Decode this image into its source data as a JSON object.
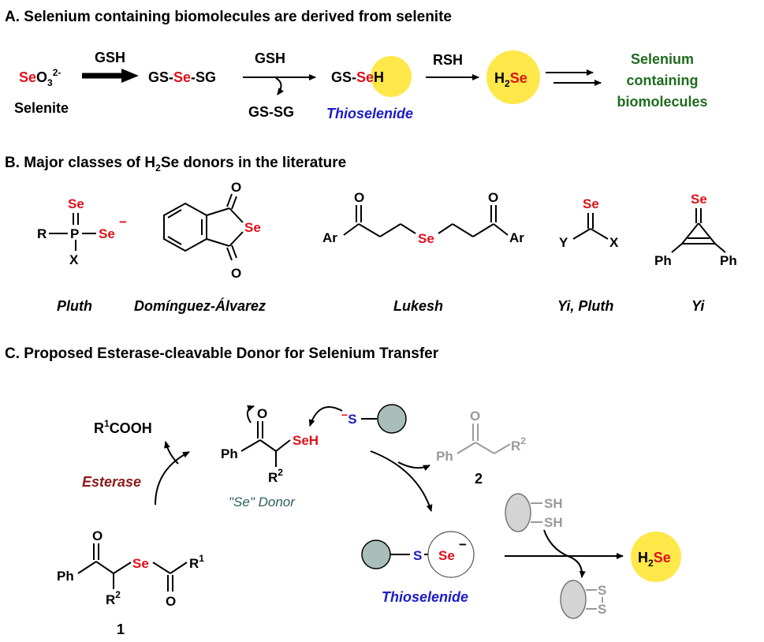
{
  "section_a": {
    "title": "A. Selenium containing biomolecules are derived from selenite",
    "selenite_se": "Se",
    "selenite_rest": "O",
    "selenite_sub": "3",
    "selenite_sup": "2-",
    "selenite_label": "Selenite",
    "gsh_1": "GSH",
    "gsseSG_left": "GS-",
    "gsseSG_se": "Se",
    "gsseSG_right": "-SG",
    "gsh_2": "GSH",
    "gssg": "GS-SG",
    "gsseh_left": "GS-",
    "gsseh_se": "Se",
    "gsseh_h": "H",
    "thioselenide": "Thioselenide",
    "rsh": "RSH",
    "h2se_h": "H",
    "h2se_sub": "2",
    "h2se_se": "Se",
    "product_line1": "Selenium",
    "product_line2": "containing",
    "product_line3": "biomolecules"
  },
  "section_b": {
    "title_pre": "B. Major classes of H",
    "title_sub": "2",
    "title_post": "Se donors in the literature",
    "pluth": "Pluth",
    "dominguez": "Domínguez-Álvarez",
    "lukesh": "Lukesh",
    "yi_pluth": "Yi, Pluth",
    "yi": "Yi",
    "atom_se": "Se",
    "atom_r": "R",
    "atom_p": "P",
    "atom_x": "X",
    "atom_o": "O",
    "atom_ar": "Ar",
    "atom_y": "Y",
    "atom_ph": "Ph",
    "minus": "−"
  },
  "section_c": {
    "title": "C. Proposed Esterase-cleavable Donor for Selenium Transfer",
    "r1cooh_r": "R",
    "r1cooh_sup": "1",
    "r1cooh_rest": "COOH",
    "esterase": "Esterase",
    "se_donor": "\"Se\" Donor",
    "seh_se": "SeH",
    "ph": "Ph",
    "r": "R",
    "sup2": "2",
    "sup1": "1",
    "o": "O",
    "se": "Se",
    "s": "S",
    "sh": "SH",
    "minus": "−",
    "compound_1": "1",
    "compound_2": "2",
    "thioselenide": "Thioselenide",
    "h2se_h": "H",
    "h2se_sub": "2",
    "h2se_se": "Se"
  }
}
